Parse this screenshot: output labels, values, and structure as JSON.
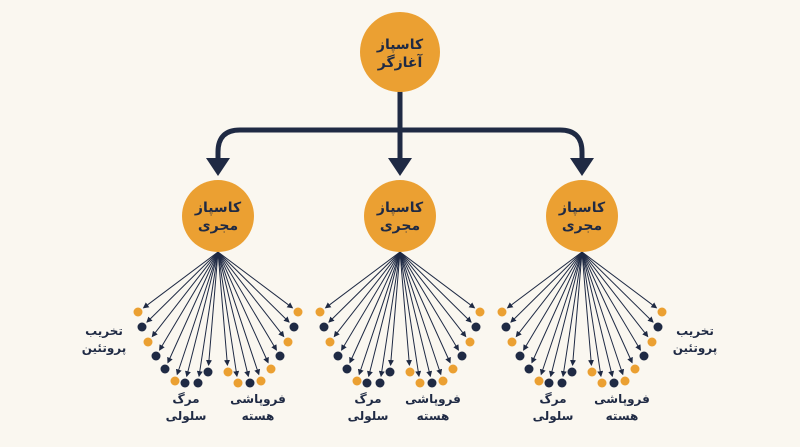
{
  "colors": {
    "background": "#faf7f0",
    "node_fill": "#eba032",
    "navy": "#1f2a44",
    "dot_gold": "#eba032",
    "dot_navy": "#1f2a44"
  },
  "initiator": {
    "line1": "کاسپاز",
    "line2": "آغازگر"
  },
  "executioners": [
    {
      "line1": "کاسپاز",
      "line2": "مجری"
    },
    {
      "line1": "کاسپاز",
      "line2": "مجری"
    },
    {
      "line1": "کاسپاز",
      "line2": "مجری"
    }
  ],
  "outcome_labels": {
    "protein_degradation_left": {
      "line1": "تخریب",
      "line2": "پروتئین"
    },
    "protein_degradation_right": {
      "line1": "تخریب",
      "line2": "پروتئین"
    },
    "cell_death_1": {
      "line1": "مرگ",
      "line2": "سلولی"
    },
    "cell_death_2": {
      "line1": "مرگ",
      "line2": "سلولی"
    },
    "cell_death_3": {
      "line1": "مرگ",
      "line2": "سلولی"
    },
    "nuclear_collapse_1": {
      "line1": "فروپاشی",
      "line2": "هسته"
    },
    "nuclear_collapse_2": {
      "line1": "فروپاشی",
      "line2": "هسته"
    },
    "nuclear_collapse_3": {
      "line1": "فروپاشی",
      "line2": "هسته"
    }
  }
}
